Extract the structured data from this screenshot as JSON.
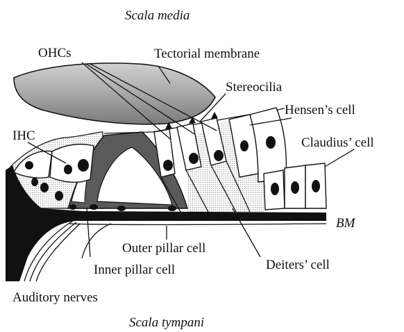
{
  "labels": {
    "scala_media": "Scala media",
    "ohcs": "OHCs",
    "tectorial_membrane": "Tectorial membrane",
    "stereocilia": "Stereocilia",
    "hensens_cell": "Hensen’s cell",
    "ihc": "IHC",
    "claudius_cell": "Claudius’ cell",
    "bm": "BM",
    "outer_pillar_cell": "Outer pillar cell",
    "deiters_cell": "Deiters’ cell",
    "inner_pillar_cell": "Inner pillar cell",
    "auditory_nerves": "Auditory nerves",
    "scala_tympani": "Scala tympani"
  },
  "colors": {
    "tectorial_fill": "#a9a9a9",
    "pillar_fill": "#5a5a5a",
    "ink": "#111111",
    "background": "#ffffff"
  }
}
